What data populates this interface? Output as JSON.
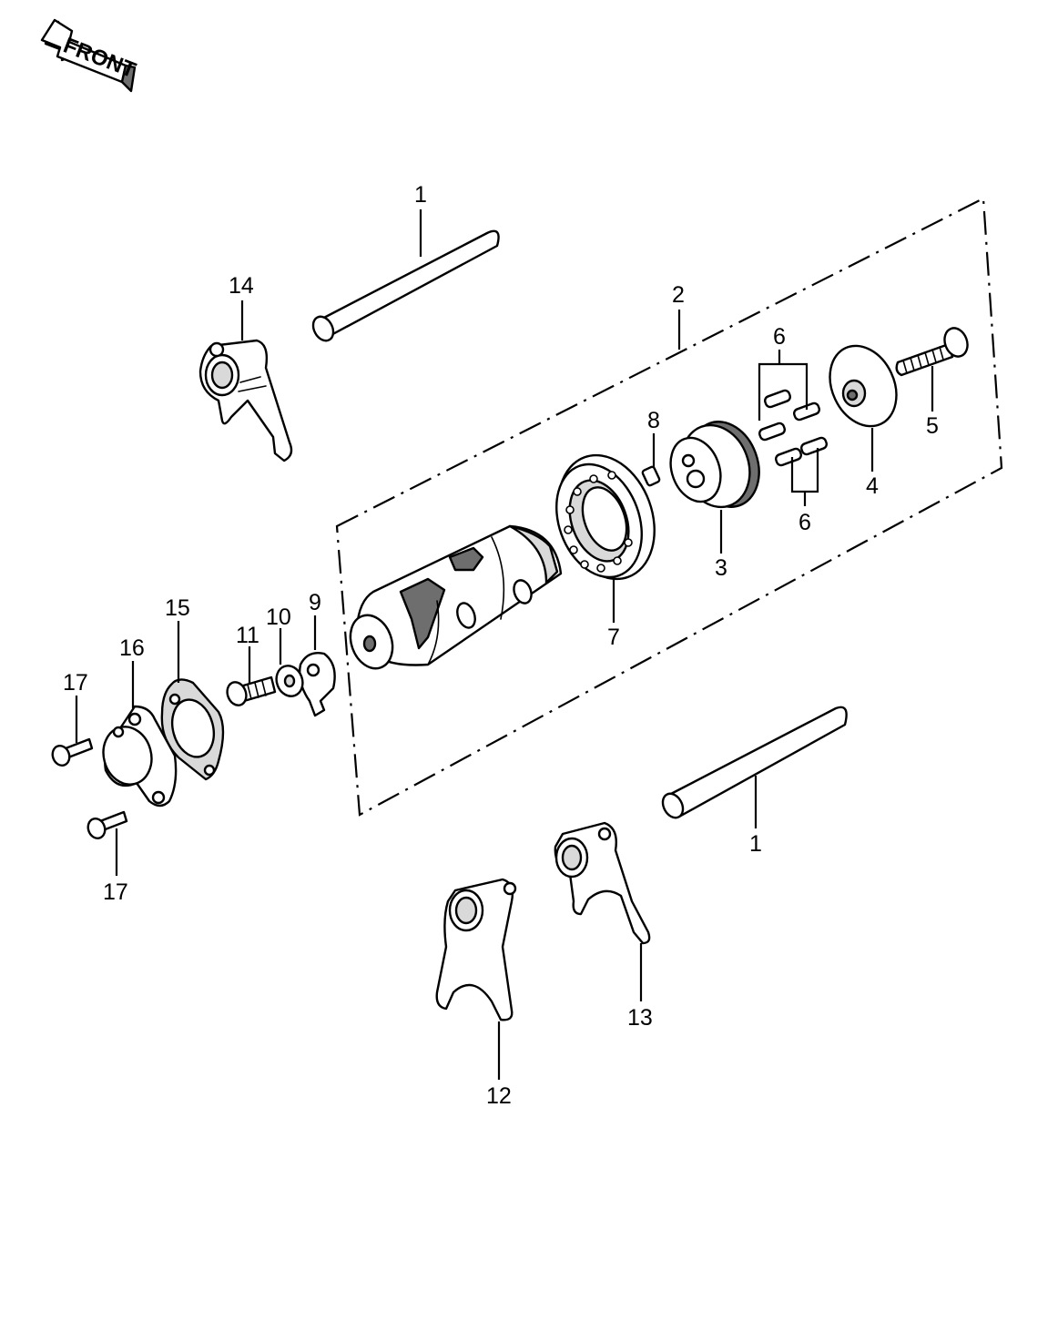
{
  "front_arrow": {
    "label": "FRONT"
  },
  "callouts": {
    "c1_top": "1",
    "c1_bottom": "1",
    "c2": "2",
    "c3": "3",
    "c4": "4",
    "c5": "5",
    "c6_top": "6",
    "c6_bottom": "6",
    "c7": "7",
    "c8": "8",
    "c9": "9",
    "c10": "10",
    "c11": "11",
    "c12": "12",
    "c13": "13",
    "c14": "14",
    "c15": "15",
    "c16": "16",
    "c17_top": "17",
    "c17_bottom": "17"
  }
}
